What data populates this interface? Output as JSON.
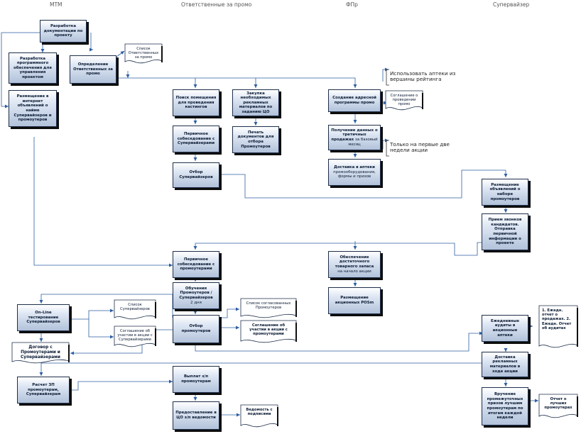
{
  "lanes": {
    "mtm": "МТМ",
    "resp": "Ответственные за промо",
    "fpr": "ФПр",
    "sup": "Супервайзер"
  },
  "process": {
    "dev_docs": "Разработка документации по проекту",
    "dev_software": "Разработка программного обеспечения для управления проектом",
    "post_ads": "Размещение в интернет объявлений о найме Супервайзеров и промоутеров",
    "define_resp": "Определение Ответственных за промо",
    "find_room": "Поиск помещения для проведения кастингов",
    "buy_ads": "Закупка необходимых рекламных материалов по заданию ЦО",
    "print_docs": "Печать документов для отбора Промоутеров",
    "first_interview_sup": "Первичное собеседование с Супервайзерами",
    "select_sup": "Отбор Супервайзеров",
    "create_program": "Создание адресной программы промо",
    "get_data_bold": "Получение данных о третичных продажах",
    "get_data_norm": "за базовый месяц",
    "deliver_bold": "Доставка в аптеки",
    "deliver_norm": "промооборудования, формы и призов",
    "post_promoter_ads": "Размещение объявлений о наборе промоутеров",
    "receive_calls": "Прием звонков кандидатов. Отправка первичной информации о проекте",
    "first_interview_prom": "Первичное собеседование с промоутерами",
    "train_bold": "Обучения Промоутеров / Супервайзеров",
    "train_norm": "2 дня",
    "select_prom": "Отбор промоутеров",
    "ensure_stock_bold": "Обеспечение достаточного товарного запаса",
    "ensure_stock_norm": "на начало акции",
    "place_pos": "Размещение акционных POSm",
    "online_test": "On-Line тестирование Супервайзеров",
    "calc_pay": "Расчет ЗП промоутерам, Супервайзерам",
    "pay_out": "Выплат з/п промоутерам",
    "provide_sheet": "Предоставление в ЦО з/п ведомости",
    "daily_audit": "Ежедневные аудиты в акционные аптеки",
    "deliver_ads": "Доставка рекламных материалов в ходе акции",
    "award": "Вручение промежуточных призов лучшим промоутерам по итогам каждой недели"
  },
  "documents": {
    "resp_list": "Список Ответственных за промо",
    "agreement_promo": "Соглашение о проведении промо",
    "sup_list": "Список Супервайзеров",
    "sup_agreement": "Соглашение об участии в акции с Супервайзерами",
    "contract": "Договор с Промоутерами и Супервайзерами",
    "prom_list": "Список согласованных Промоутеров",
    "prom_agreement": "Соглашение об участии в акции с промоутерами",
    "sheet_signatures": "Ведомость с подписями",
    "daily_reports": "1. Ежедн. отчет о продажах. 2. Ежедн. Отчет об аудитах",
    "best_report": "Отчет о лучших промоутерах"
  },
  "notes": {
    "use_pharmacies": "Использовать аптеки из\nвершины рейтинга",
    "first_weeks": "Только на первые две\nнедели акции"
  }
}
